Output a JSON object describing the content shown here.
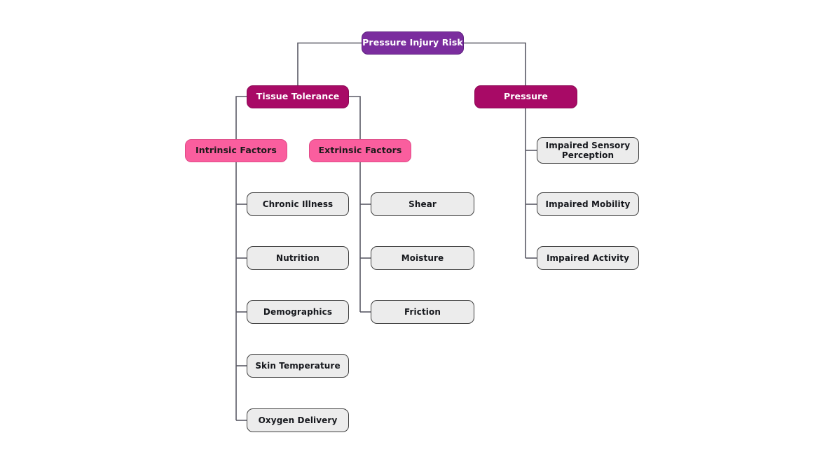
{
  "diagram": {
    "title": "Pressure Injury Risk",
    "type": "hierarchy-tree",
    "colors": {
      "root": "#7B2D9E",
      "level1": "#A80A66",
      "level2": "#FA5E9E",
      "leaf_fill": "#ECECEC",
      "leaf_border": "#3F3F3F",
      "edge": "#5a5a66",
      "background": "#FFFFFF"
    },
    "nodes": {
      "root": {
        "label": "Pressure Injury Risk"
      },
      "tissue_tolerance": {
        "label": "Tissue Tolerance"
      },
      "pressure": {
        "label": "Pressure"
      },
      "intrinsic_factors": {
        "label": "Intrinsic Factors"
      },
      "extrinsic_factors": {
        "label": "Extrinsic Factors"
      }
    },
    "intrinsic_children": [
      {
        "label": "Chronic Illness"
      },
      {
        "label": "Nutrition"
      },
      {
        "label": "Demographics"
      },
      {
        "label": "Skin Temperature"
      },
      {
        "label": "Oxygen Delivery"
      }
    ],
    "extrinsic_children": [
      {
        "label": "Shear"
      },
      {
        "label": "Moisture"
      },
      {
        "label": "Friction"
      }
    ],
    "pressure_children": [
      {
        "label": "Impaired Sensory\nPerception"
      },
      {
        "label": "Impaired Mobility"
      },
      {
        "label": "Impaired Activity"
      }
    ]
  }
}
